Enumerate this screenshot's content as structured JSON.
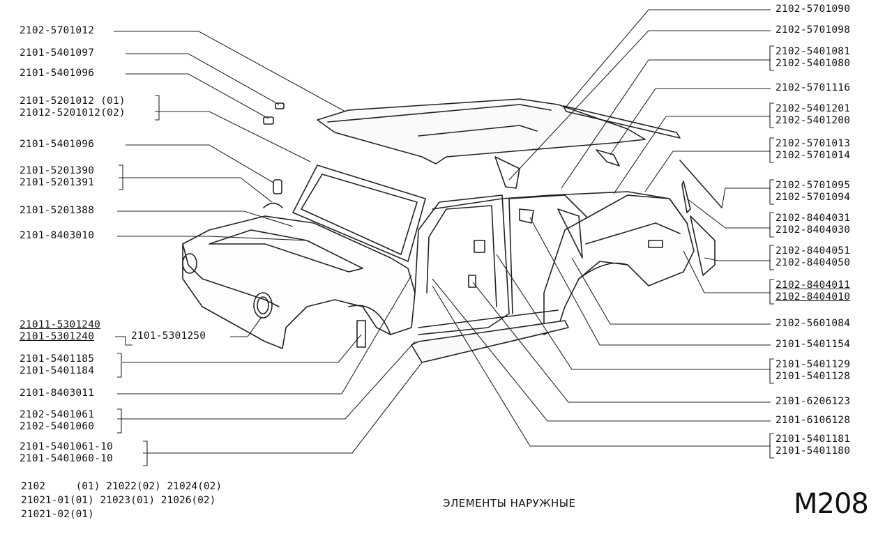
{
  "left_labels": [
    {
      "id": "L1",
      "lines": [
        "2102-5701012"
      ]
    },
    {
      "id": "L2",
      "lines": [
        "2101-5401097"
      ]
    },
    {
      "id": "L3",
      "lines": [
        "2101-5401096"
      ]
    },
    {
      "id": "L4",
      "lines": [
        "2101-5201012 (01)",
        "21012-5201012(02)"
      ]
    },
    {
      "id": "L5",
      "lines": [
        "2101-5401096"
      ]
    },
    {
      "id": "L6",
      "lines": [
        "2101-5201390",
        "2101-5201391"
      ]
    },
    {
      "id": "L7",
      "lines": [
        "2101-5201388"
      ]
    },
    {
      "id": "L8",
      "lines": [
        "2101-8403010"
      ]
    },
    {
      "id": "L9",
      "lines": [
        "21011-5301240",
        "2101-5301240"
      ]
    },
    {
      "id": "L9b",
      "lines": [
        "2101-5301250"
      ]
    },
    {
      "id": "L10",
      "lines": [
        "2101-5401185",
        "2101-5401184"
      ]
    },
    {
      "id": "L11",
      "lines": [
        "2101-8403011"
      ]
    },
    {
      "id": "L12",
      "lines": [
        "2102-5401061",
        "2102-5401060"
      ]
    },
    {
      "id": "L13",
      "lines": [
        "2101-5401061-10",
        "2101-5401060-10"
      ]
    }
  ],
  "right_labels": [
    {
      "id": "R1",
      "lines": [
        "2102-5701090"
      ]
    },
    {
      "id": "R2",
      "lines": [
        "2102-5701098"
      ]
    },
    {
      "id": "R3",
      "lines": [
        "2102-5401081",
        "2102-5401080"
      ]
    },
    {
      "id": "R4",
      "lines": [
        "2102-5701116"
      ]
    },
    {
      "id": "R5",
      "lines": [
        "2102-5401201",
        "2102-5401200"
      ]
    },
    {
      "id": "R6",
      "lines": [
        "2102-5701013",
        "2102-5701014"
      ]
    },
    {
      "id": "R7",
      "lines": [
        "2102-5701095",
        "2102-5701094"
      ]
    },
    {
      "id": "R8",
      "lines": [
        "2102-8404031",
        "2102-8404030"
      ]
    },
    {
      "id": "R9",
      "lines": [
        "2102-8404051",
        "2102-8404050"
      ]
    },
    {
      "id": "R10",
      "lines": [
        "2102-8404011",
        "2102-8404010"
      ]
    },
    {
      "id": "R11",
      "lines": [
        "2102-5601084"
      ]
    },
    {
      "id": "R12",
      "lines": [
        "2101-5401154"
      ]
    },
    {
      "id": "R13",
      "lines": [
        "2101-5401129",
        "2101-5401128"
      ]
    },
    {
      "id": "R14",
      "lines": [
        "2101-6206123"
      ]
    },
    {
      "id": "R15",
      "lines": [
        "2101-6106128"
      ]
    },
    {
      "id": "R16",
      "lines": [
        "2101-5401181",
        "2101-5401180"
      ]
    }
  ],
  "models": [
    "2102     (01) 21022(02) 21024(02)",
    "21021-01(01) 21023(01) 21026(02)",
    "21021-02(01)"
  ],
  "title": "ЭЛЕМЕНТЫ НАРУЖНЫЕ",
  "page_code": "M208"
}
